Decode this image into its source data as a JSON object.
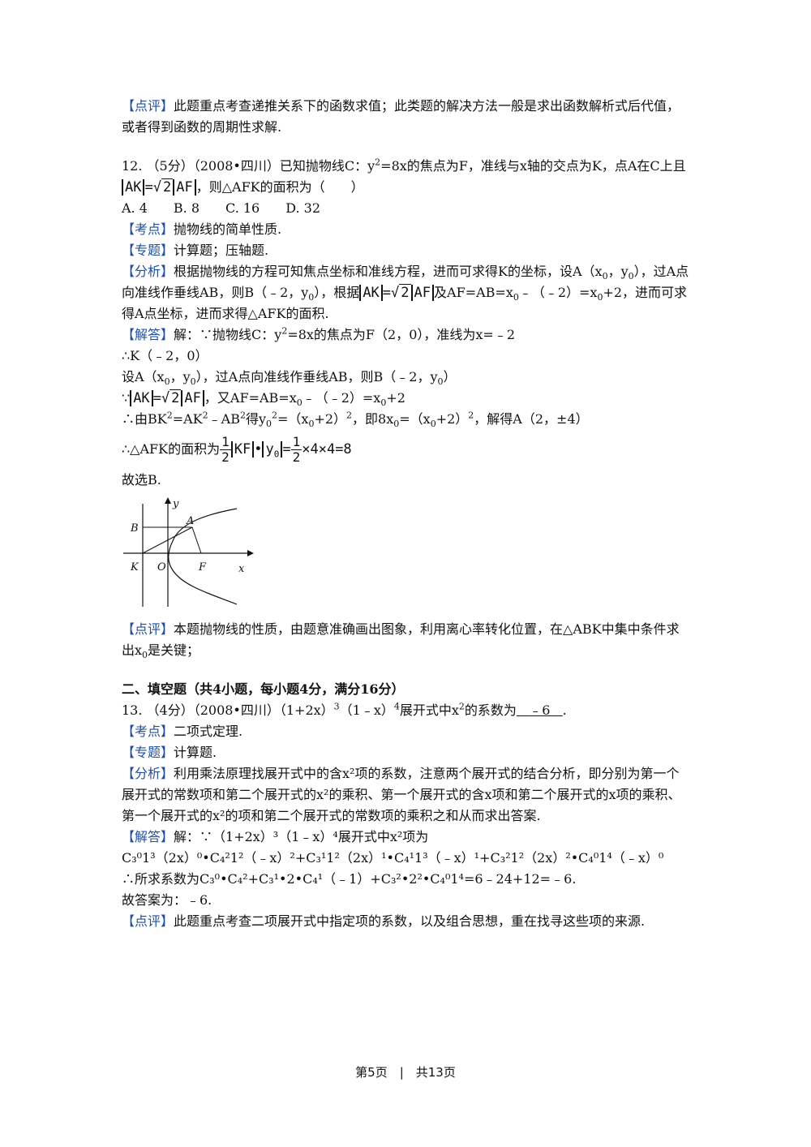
{
  "p11_review": {
    "tag": "【点评】",
    "text": "此题重点考查递推关系下的函数求值；此类题的解决方法一般是求出函数解析式后代值，或者得到函数的周期性求解."
  },
  "q12": {
    "prefix": "12. （5分）（2008•四川）已知抛物线C：y",
    "exp2": "2",
    "mid": "=8x的焦点为F，准线与x轴的交点为K，点A在C上且",
    "ak": "AK",
    "eq": "=",
    "sqrt2": "2",
    "af": "AF",
    "suffix": "，则△AFK的面积为（　　）",
    "options": "A. 4　　B. 8　　C. 16　　D. 32",
    "kaodian_tag": "【考点】",
    "kaodian": "抛物线的简单性质.",
    "zhuanti_tag": "【专题】",
    "zhuanti": "计算题；压轴题.",
    "fenxi_tag": "【分析】",
    "fenxi1": "根据抛物线的方程可知焦点坐标和准线方程，进而可求得K的坐标，设A（x",
    "fenxi1b": "，y",
    "fenxi1c": "），过A点向准线作垂线AB，则B（﹣2，y",
    "fenxi1d": "），根据",
    "fenxi1e": "及AF=AB=x",
    "fenxi1f": "﹣（﹣2）=x",
    "fenxi1g": "+2，进而可求得A点坐标，进而求得△AFK的面积.",
    "sub0": "0",
    "jieda_tag": "【解答】",
    "jd1a": "解：∵抛物线C：y",
    "jd1b": "=8x的焦点为F（2，0），准线为x=﹣2",
    "jd2": "∴K（﹣2，0）",
    "jd3a": "设A（x",
    "jd3b": "，y",
    "jd3c": "），过A点向准线作垂线AB，则B（﹣2，y",
    "jd3d": "）",
    "jd4a": "∵",
    "jd4b": "，又AF=AB=x",
    "jd4c": "﹣（﹣2）=x",
    "jd4d": "+2",
    "jd5a": "∴由BK",
    "jd5b": "=AK",
    "jd5c": "﹣AB",
    "jd5d": "得y",
    "jd5e": "=（x",
    "jd5f": "+2）",
    "jd5g": "，即8x",
    "jd5h": "=（x",
    "jd5i": "+2）",
    "jd5j": "，解得A（2，±4）",
    "jd6a": "∴△AFK的面积为",
    "jd6_n1": "1",
    "jd6_d1": "2",
    "jd6_kf": "KF",
    "jd6_mid": "•",
    "jd6_y": "y",
    "jd6_eq": "=",
    "jd6_rest": "×4×4=8",
    "jd7": "故选B.",
    "dianping_tag": "【点评】",
    "dianping_a": "本题抛物线的性质，由题意准确画出图象，利用离心率转化位置，在△ABK中集中条件求出x",
    "dianping_b": "是关键；"
  },
  "graph": {
    "labels": {
      "y": "y",
      "x": "x",
      "B": "B",
      "A": "A",
      "K": "K",
      "O": "O",
      "F": "F"
    }
  },
  "section2": {
    "title": "二、填空题（共4小题，每小题4分，满分16分）"
  },
  "q13": {
    "a": "13. （4分）（2008•四川）（1+2x）",
    "sup3": "3",
    "b": "（1﹣x）",
    "sup4": "4",
    "c": "展开式中x",
    "sup2": "2",
    "d": "的系数为",
    "answer": "﹣6",
    "e": ".",
    "kaodian_tag": "【考点】",
    "kaodian": "二项式定理.",
    "zhuanti_tag": "【专题】",
    "zhuanti": "计算题.",
    "fenxi_tag": "【分析】",
    "fenxi": "利用乘法原理找展开式中的含x²项的系数，注意两个展开式的结合分析，即分别为第一个展开式的常数项和第二个展开式的x²的乘积、第一个展开式的含x项和第二个展开式的x项的乘积、第一个展开式的x²的项和第二个展开式的常数项的乘积之和从而求出答案.",
    "jieda_tag": "【解答】",
    "jd1": "解：∵（1+2x）³（1﹣x）⁴展开式中x²项为",
    "jd2": "C₃⁰1³（2x）⁰•C₄²1²（﹣x）²+C₃¹1²（2x）¹•C₄¹1³（﹣x）¹+C₃²1²（2x）²•C₄⁰1⁴（﹣x）⁰",
    "jd3": "∴所求系数为C₃⁰•C₄²+C₃¹•2•C₄¹（﹣1）+C₃²•2²•C₄⁰1⁴=6﹣24+12=﹣6.",
    "jd4": "故答案为：﹣6.",
    "dianping_tag": "【点评】",
    "dianping": "此题重点考查二项展开式中指定项的系数，以及组合思想，重在找寻这些项的来源."
  },
  "footer": "第5页　|　共13页"
}
